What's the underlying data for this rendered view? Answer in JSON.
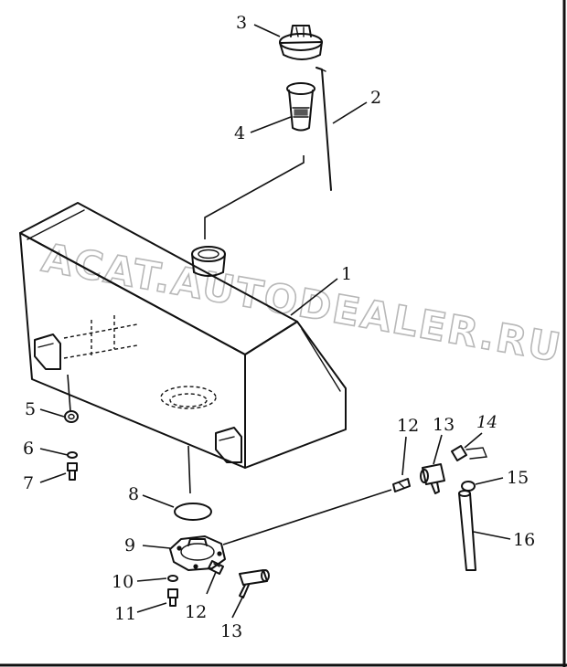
{
  "watermark": "ACAT.AUTODEALER.RU",
  "callouts": {
    "p1": "1",
    "p2": "2",
    "p3": "3",
    "p4": "4",
    "p5": "5",
    "p6": "6",
    "p7": "7",
    "p8": "8",
    "p9": "9",
    "p10": "10",
    "p11": "11",
    "p12a": "12",
    "p12b": "12",
    "p13a": "13",
    "p13b": "13",
    "p14": "14",
    "p15": "15",
    "p16": "16"
  }
}
